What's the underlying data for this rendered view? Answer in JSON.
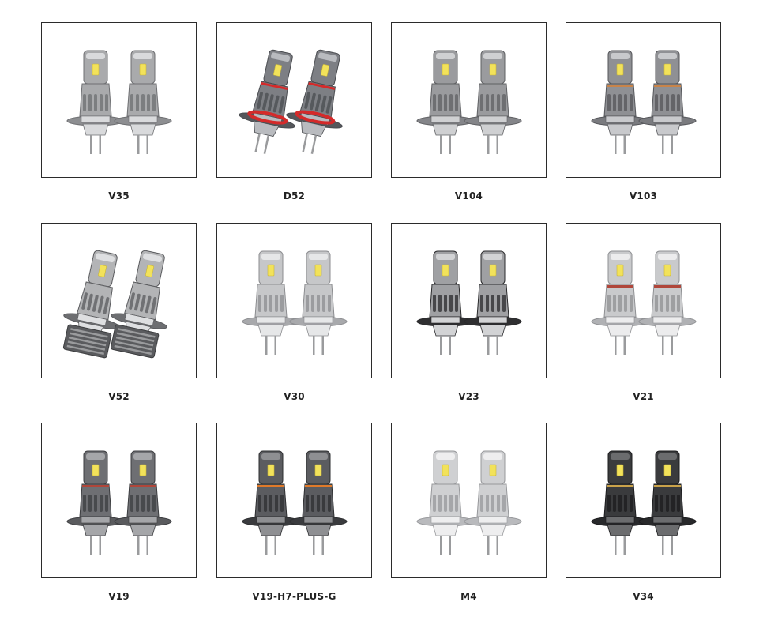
{
  "products": [
    {
      "model": "V35",
      "style": "silver-finned",
      "icon": "led-bulb-pair-icon"
    },
    {
      "model": "D52",
      "style": "red-ring-angled",
      "icon": "led-bulb-pair-icon"
    },
    {
      "model": "V104",
      "style": "grey-finned",
      "icon": "led-bulb-pair-icon"
    },
    {
      "model": "V103",
      "style": "grey-finned-round",
      "icon": "led-bulb-pair-icon"
    },
    {
      "model": "V52",
      "style": "silver-angled-cooler",
      "icon": "led-bulb-pair-icon"
    },
    {
      "model": "V30",
      "style": "light-silver",
      "icon": "led-bulb-pair-icon"
    },
    {
      "model": "V23",
      "style": "black-ring",
      "icon": "led-bulb-pair-icon"
    },
    {
      "model": "V21",
      "style": "bright-silver",
      "icon": "led-bulb-pair-icon"
    },
    {
      "model": "V19",
      "style": "gunmetal",
      "icon": "led-bulb-pair-icon"
    },
    {
      "model": "V19-H7-PLUS-G",
      "style": "dark-orange-trim",
      "icon": "led-bulb-pair-icon"
    },
    {
      "model": "M4",
      "style": "h4-silver",
      "icon": "led-bulb-pair-icon"
    },
    {
      "model": "V34",
      "style": "black-gold",
      "icon": "led-bulb-pair-icon"
    }
  ],
  "colors": {
    "frame_border": "#2b2b2b",
    "label_text": "#222222",
    "led_yellow": "#f2e25a",
    "accent_red": "#d42a2a",
    "accent_orange": "#e07a2a"
  }
}
